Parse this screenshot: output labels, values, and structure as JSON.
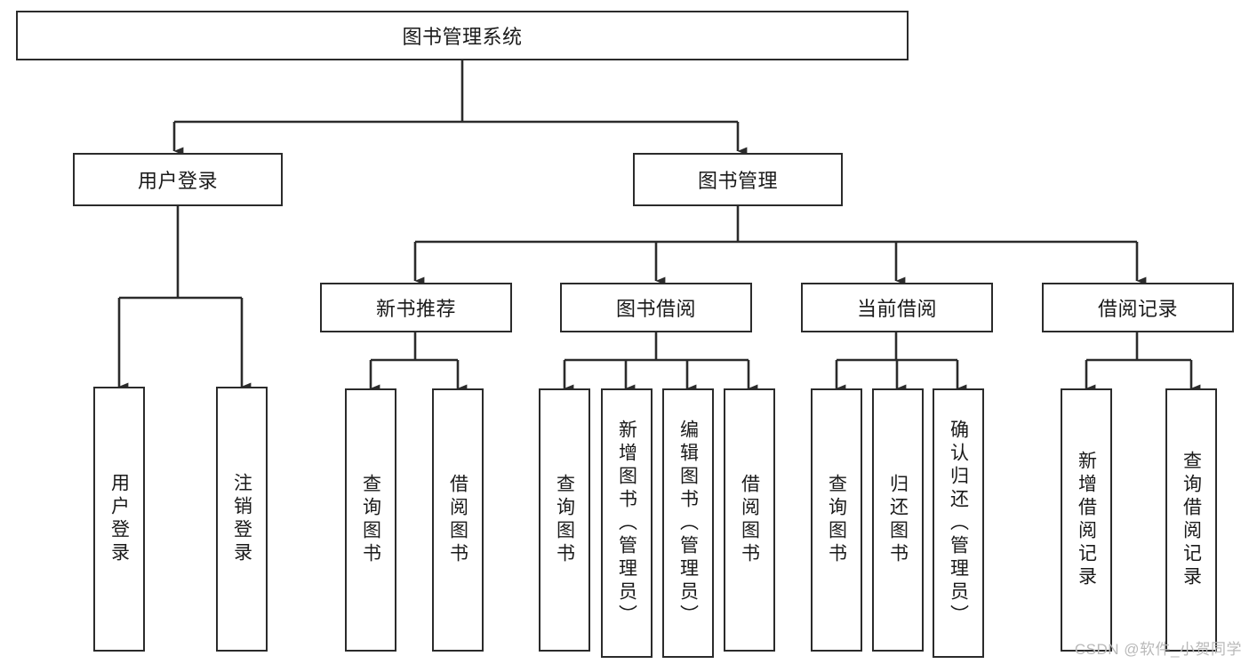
{
  "diagram": {
    "title": "图书管理系统",
    "type": "tree-hierarchy-diagram",
    "root": {
      "id": "root",
      "label": "图书管理系统",
      "orientation": "horizontal"
    },
    "level2": [
      {
        "id": "user-login",
        "label": "用户登录",
        "orientation": "horizontal"
      },
      {
        "id": "book-management",
        "label": "图书管理",
        "orientation": "horizontal"
      }
    ],
    "level3": [
      {
        "id": "new-book-recommend",
        "label": "新书推荐",
        "orientation": "horizontal",
        "parent": "book-management"
      },
      {
        "id": "book-borrow",
        "label": "图书借阅",
        "orientation": "horizontal",
        "parent": "book-management"
      },
      {
        "id": "current-borrow",
        "label": "当前借阅",
        "orientation": "horizontal",
        "parent": "book-management"
      },
      {
        "id": "borrow-records",
        "label": "借阅记录",
        "orientation": "horizontal",
        "parent": "book-management"
      }
    ],
    "leaves": {
      "user_login": [
        {
          "id": "leaf-user-login",
          "label": "用户登录"
        },
        {
          "id": "leaf-logout",
          "label": "注销登录"
        }
      ],
      "new_book_recommend": [
        {
          "id": "leaf-query-books-1",
          "label": "查询图书"
        },
        {
          "id": "leaf-borrow-books-1",
          "label": "借阅图书"
        }
      ],
      "book_borrow": [
        {
          "id": "leaf-query-books-2",
          "label": "查询图书"
        },
        {
          "id": "leaf-add-book",
          "label": "新增图书（管理员）"
        },
        {
          "id": "leaf-edit-book",
          "label": "编辑图书（管理员）"
        },
        {
          "id": "leaf-borrow-books-2",
          "label": "借阅图书"
        }
      ],
      "current_borrow": [
        {
          "id": "leaf-query-books-3",
          "label": "查询图书"
        },
        {
          "id": "leaf-return-book",
          "label": "归还图书"
        },
        {
          "id": "leaf-confirm-return",
          "label": "确认归还（管理员）"
        }
      ],
      "borrow_records": [
        {
          "id": "leaf-add-record",
          "label": "新增借阅记录"
        },
        {
          "id": "leaf-query-record",
          "label": "查询借阅记录"
        }
      ]
    }
  },
  "watermark": {
    "text": "CSDN @软件_小贺同学"
  },
  "colors": {
    "stroke": "#2b2b2b",
    "background": "#ffffff",
    "text": "#1a1a1a",
    "watermark": "#b9b9b9"
  }
}
